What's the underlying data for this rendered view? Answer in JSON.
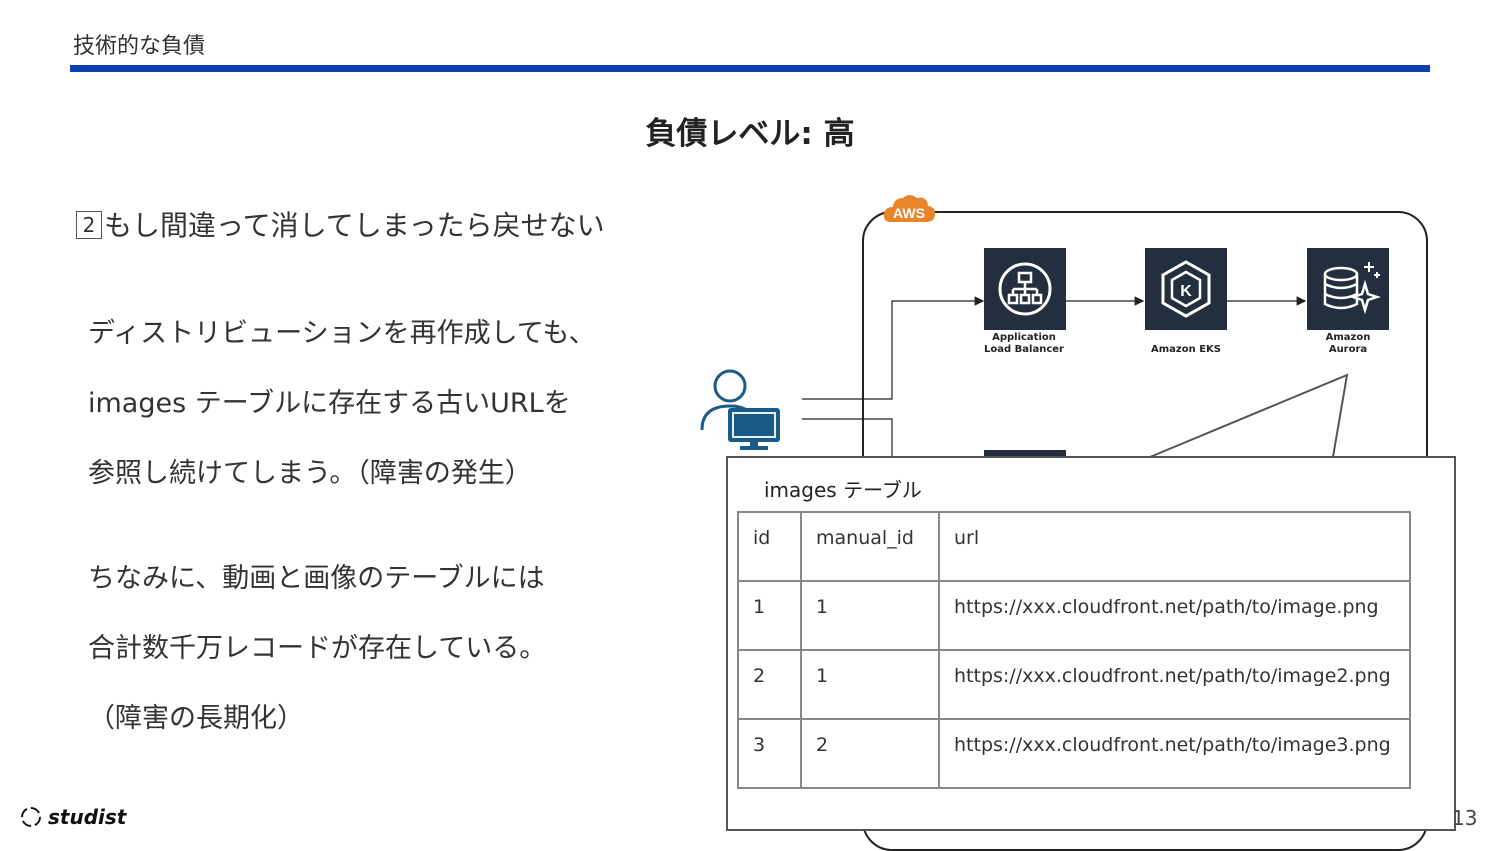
{
  "header": {
    "label": "技術的な負債",
    "rule_color": "#0b3fae"
  },
  "title": "負債レベル: 高",
  "point": {
    "number": "2",
    "text": "もし間違って消してしまったら戻せない"
  },
  "body": {
    "para1": [
      "ディストリビューションを再作成しても、",
      "images テーブルに存在する古いURLを",
      "参照し続けてしまう。（障害の発生）"
    ],
    "para2": [
      "ちなみに、動画と画像のテーブルには",
      "合計数千万レコードが存在している。",
      "（障害の長期化）"
    ]
  },
  "diagram": {
    "cloud_badge": "AWS",
    "services": [
      {
        "label_line1": "Application",
        "label_line2": "Load Balancer",
        "icon": "load-balancer-icon"
      },
      {
        "label_line1": "Amazon EKS",
        "label_line2": "",
        "icon": "eks-icon"
      },
      {
        "label_line1": "Amazon",
        "label_line2": "Aurora",
        "icon": "aurora-icon"
      }
    ],
    "user_icon": "user-at-computer-icon"
  },
  "popup": {
    "title": "images テーブル",
    "columns": [
      "id",
      "manual_id",
      "url"
    ],
    "rows": [
      {
        "id": "1",
        "manual_id": "1",
        "url": "https://xxx.cloudfront.net/path/to/image.png"
      },
      {
        "id": "2",
        "manual_id": "1",
        "url": "https://xxx.cloudfront.net/path/to/image2.png"
      },
      {
        "id": "3",
        "manual_id": "2",
        "url": "https://xxx.cloudfront.net/path/to/image3.png"
      }
    ],
    "link_color": "#3a78d6"
  },
  "footer": {
    "logo_text": "studist",
    "page_number": "13"
  }
}
